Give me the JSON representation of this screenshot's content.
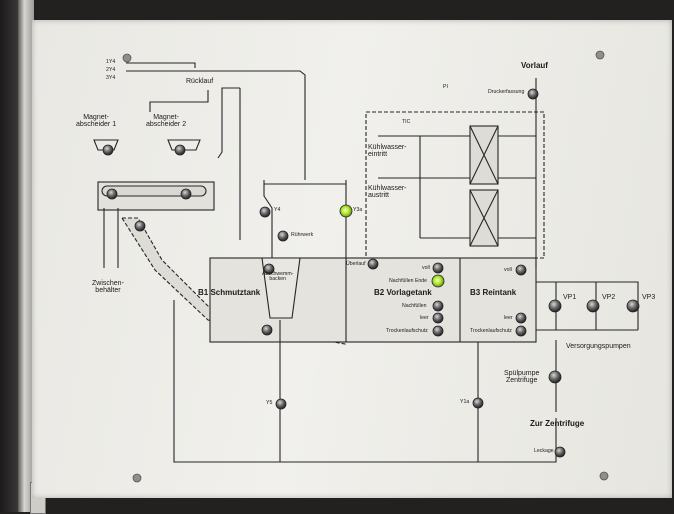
{
  "labels": {
    "y1_4": "1Y4",
    "y2_4": "2Y4",
    "y3_4": "3Y4",
    "ruecklauf": "Rücklauf",
    "magnet1_l1": "Magnet-",
    "magnet1_l2": "abscheider 1",
    "magnet2_l1": "Magnet-",
    "magnet2_l2": "abscheider 2",
    "zwischen_l1": "Zwischen-",
    "zwischen_l2": "behälter",
    "y4": "Y4",
    "y3a": "Y3a",
    "ruehrwerk": "Rührwerk",
    "abschwemm_l1": "Abschwemm-",
    "abschwemm_l2": "backen",
    "b1": "B1 Schmutztank",
    "b2": "B2 Vorlagetank",
    "b3": "B3 Reintank",
    "ueberlauf": "Überlauf",
    "voll": "voll",
    "nachfuellen_ende": "Nachfüllen Ende",
    "nachfuellen": "Nachfüllen",
    "leer": "leer",
    "trockenlauf": "Trockenlaufschutz",
    "kuehl_ein_l1": "Kühlwasser-",
    "kuehl_ein_l2": "eintritt",
    "kuehl_aus_l1": "Kühlwasser-",
    "kuehl_aus_l2": "austritt",
    "vorlauf": "Vorlauf",
    "druckerfassung": "Druckerfassung",
    "pi": "PI",
    "tic": "TIC",
    "vp1": "VP1",
    "vp2": "VP2",
    "vp3": "VP3",
    "versorgungspumpen": "Versorgungspumpen",
    "spuel_l1": "Spülpumpe",
    "spuel_l2": "Zentrifuge",
    "zur_zentrifuge": "Zur Zentrifuge",
    "leckage": "Leckage",
    "y5": "Y5",
    "y1a": "Y1a"
  },
  "colors": {
    "panel": "#efeee9",
    "line": "#262626",
    "lamp_on": "#b7ea3a"
  }
}
